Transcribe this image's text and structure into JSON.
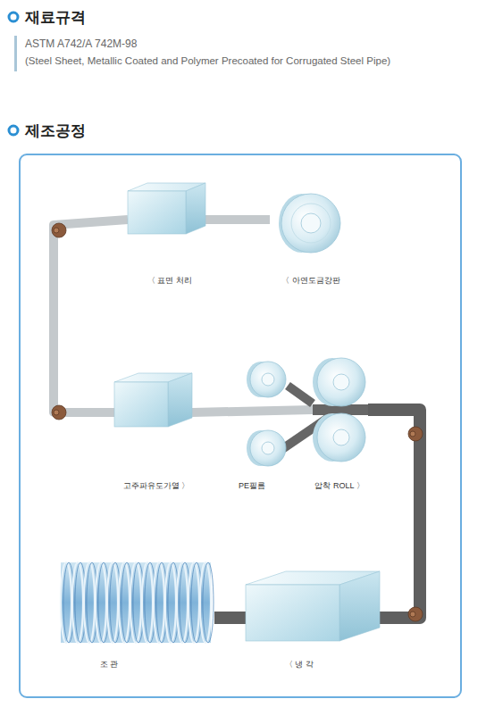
{
  "diagram": {
    "nodes": [
      {
        "text": [
          "〈 표면 처리"
        ]
      },
      {
        "text": [
          "〈 아연도금강판"
        ]
      },
      {
        "text": [
          "고주파유도가열 〉"
        ]
      },
      {
        "text": [
          "PE필름"
        ]
      },
      {
        "text": [
          "압착 ROLL 〉"
        ]
      },
      {
        "text": [
          "조 관"
        ]
      },
      {
        "text": [
          "〈 냉 각"
        ]
      }
    ],
    "edges": [
      {
        "from": 1,
        "to": 0,
        "arrow": "none"
      },
      {
        "from": 0,
        "to": 2,
        "arrow": "none"
      },
      {
        "from": 2,
        "to": 4,
        "arrow": "none"
      },
      {
        "from": 3,
        "to": 4,
        "arrow": "none"
      },
      {
        "from": 4,
        "to": 6,
        "arrow": "none"
      },
      {
        "from": 6,
        "to": 5,
        "arrow": "none"
      }
    ],
    "labels": [
      "재료규격",
      "ASTM A742/A 742M-98",
      "(Steel Sheet, Metallic Coated and Polymer Precoated for Corrugated Steel Pipe)",
      "제조공정"
    ]
  }
}
